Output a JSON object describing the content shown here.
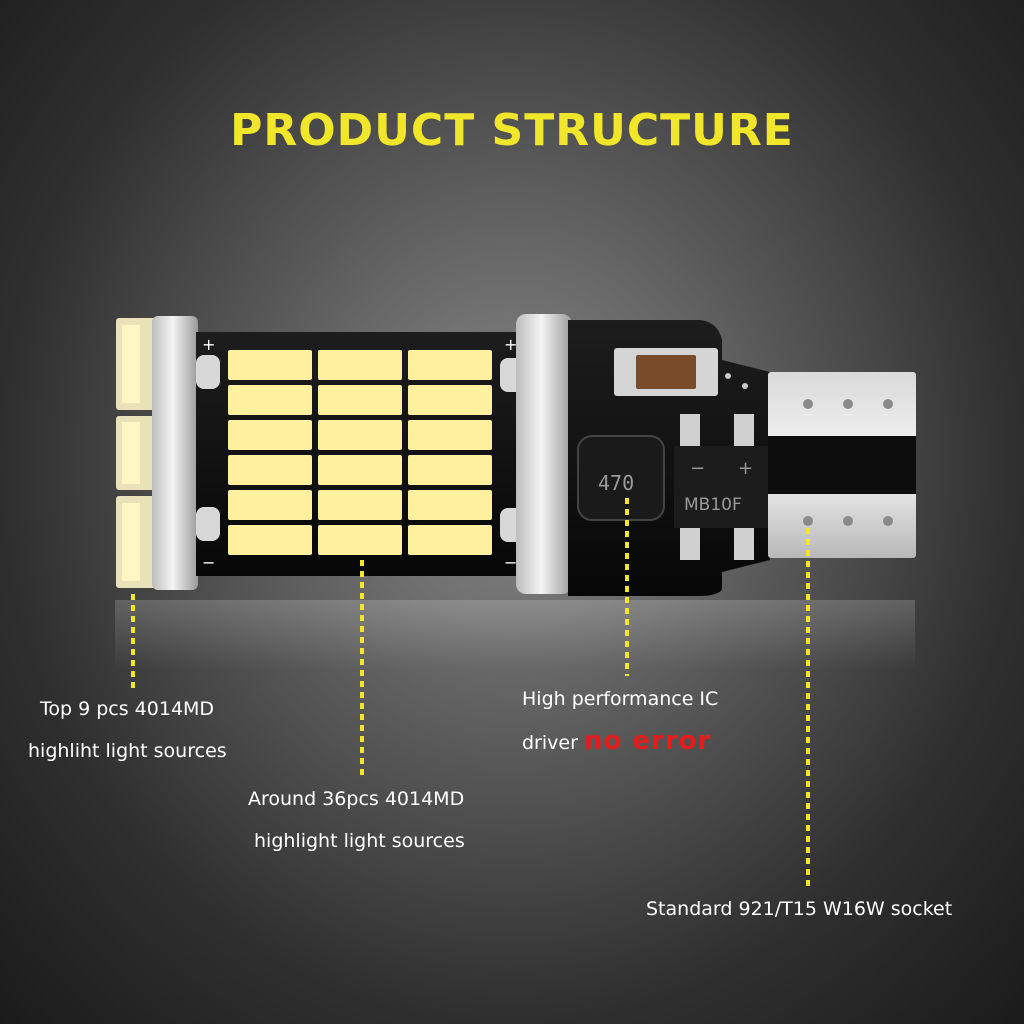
{
  "title": "PRODUCT STRUCTURE",
  "colors": {
    "title": "#f2e62a",
    "leader": "#f2e62a",
    "highlight": "#e51c1c",
    "led": "#fff0a0",
    "pcb": "#111111"
  },
  "components": {
    "inductor_marking": "470",
    "bridge_marking": "MB10F",
    "bridge_minus": "−",
    "bridge_plus": "+",
    "pcb_plus": "+",
    "pcb_minus": "−"
  },
  "callouts": {
    "top_leds": {
      "line1": "Top 9 pcs 4014MD",
      "line2": "highliht light sources"
    },
    "main_leds": {
      "line1": "Around 36pcs 4014MD",
      "line2": "highlight light sources"
    },
    "driver": {
      "line1": "High performance IC",
      "line2_prefix": "driver",
      "line2_highlight": "no error"
    },
    "socket": {
      "line1": "Standard 921/T15 W16W socket"
    }
  },
  "led_grid": {
    "columns": 3,
    "rows": 6
  }
}
